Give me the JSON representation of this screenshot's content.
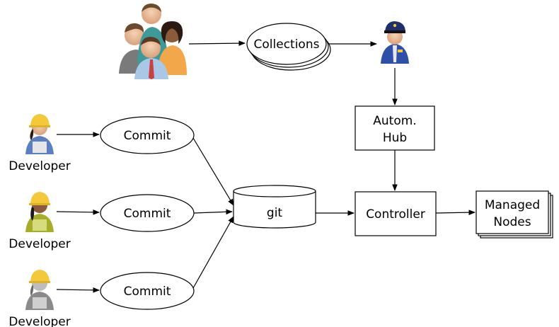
{
  "diagram": {
    "nodes": {
      "collections": "Collections",
      "hub_line1": "Autom.",
      "hub_line2": "Hub",
      "git": "git",
      "controller": "Controller",
      "managed_line1": "Managed",
      "managed_line2": "Nodes",
      "commit1": "Commit",
      "commit2": "Commit",
      "commit3": "Commit"
    },
    "developers": [
      {
        "label": "Developer",
        "shirt_color": "#5b7fc0",
        "icon": "developer-icon"
      },
      {
        "label": "Developer",
        "shirt_color": "#a6ad2a",
        "icon": "developer-icon"
      },
      {
        "label": "Developer",
        "shirt_color": "#8a8a8a",
        "icon": "developer-icon"
      }
    ],
    "icons": {
      "team": "user-group-icon",
      "officer": "police-officer-icon"
    },
    "colors": {
      "hardhat": "#f3c83a",
      "officer_uniform": "#2f4fa8"
    }
  }
}
